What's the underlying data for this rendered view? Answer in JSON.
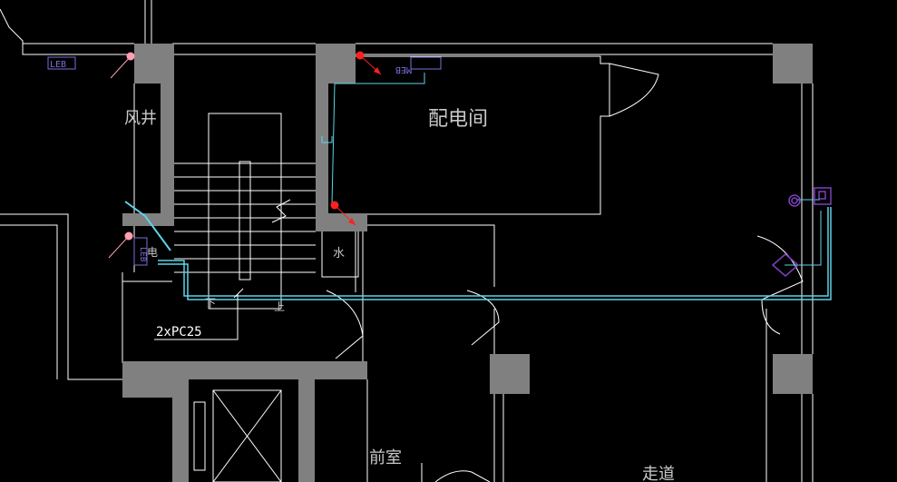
{
  "rooms": {
    "wind_shaft": "风井",
    "distribution_room": "配电间",
    "water": "水",
    "electric": "电",
    "anteroom": "前室",
    "corridor": "走道"
  },
  "stair": {
    "down": "下",
    "up": "上"
  },
  "tags": {
    "leb_top": "LEB",
    "meb": "MEB",
    "leb_bottom": "LEB"
  },
  "conduit_label": "2xPC25",
  "colors": {
    "background": "#000000",
    "walls": "#ffffff",
    "columns": "#808080",
    "conduit": "#5fd3e8",
    "grounding": "#7f3fbf",
    "marker_pink": "#ff9fb0",
    "marker_red": "#ff2020"
  }
}
